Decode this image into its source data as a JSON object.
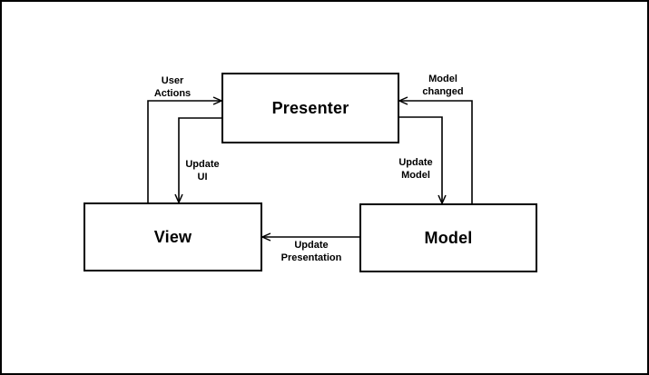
{
  "diagram": {
    "type": "architecture-flow",
    "nodes": {
      "presenter": {
        "label": "Presenter"
      },
      "view": {
        "label": "View"
      },
      "model": {
        "label": "Model"
      }
    },
    "edges": {
      "user_actions": {
        "label": "User\nActions",
        "from": "View",
        "to": "Presenter"
      },
      "model_changed": {
        "label": "Model\nchanged",
        "from": "Model",
        "to": "Presenter"
      },
      "update_ui": {
        "label": "Update\nUI",
        "from": "Presenter",
        "to": "View"
      },
      "update_model": {
        "label": "Update\nModel",
        "from": "Presenter",
        "to": "Model"
      },
      "update_presentation": {
        "label": "Update\nPresentation",
        "from": "Model",
        "to": "View"
      }
    },
    "colors": {
      "stroke": "#000000",
      "text": "#000000",
      "background": "#ffffff"
    }
  }
}
